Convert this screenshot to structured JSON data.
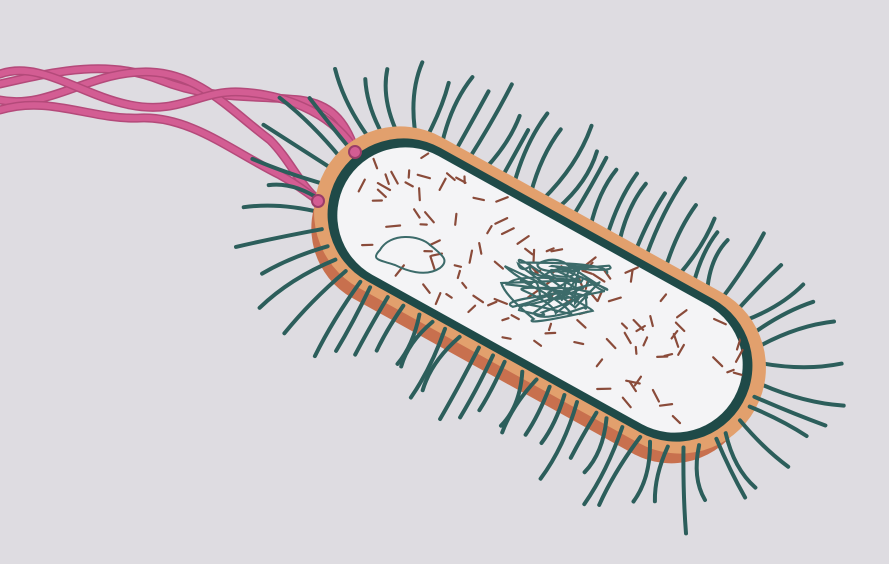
{
  "figure": {
    "kind": "illustration",
    "labels": []
  },
  "colors": {
    "background": "#dedce1",
    "capsule_body": "#c8704e",
    "capsule_rim": "#e2a06d",
    "cell_wall": "#1f4a48",
    "cytoplasm": "#f4f4f6",
    "pili": "#2c5e5b",
    "flagella": "#d35d93",
    "ribosomes": "#8a4b3a",
    "nucleoid": "#3c6b6a",
    "plasmid": "#3c6b6a"
  },
  "parts": [
    "flagella",
    "pili",
    "capsule",
    "cell-wall",
    "cytoplasm",
    "ribosomes",
    "nucleoid",
    "plasmid"
  ]
}
